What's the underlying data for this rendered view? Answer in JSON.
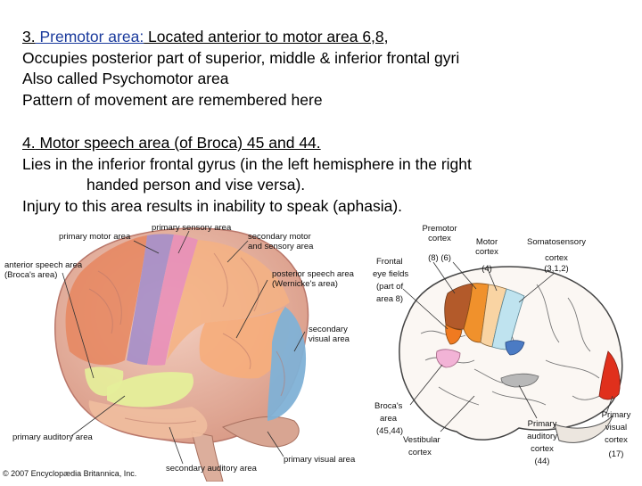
{
  "text": {
    "section3": {
      "number": "3.",
      "title": " Premotor area:",
      "title_rest": " Located anterior to motor area 6,8,",
      "line2": "Occupies posterior part of superior, middle & inferior frontal gyri",
      "line3": "Also called Psychomotor area",
      "line4": "Pattern of movement are remembered here"
    },
    "section4": {
      "number": "4.",
      "title": " Motor speech area (of Broca) 45 and 44.",
      "line2": "Lies in the inferior frontal gyrus (in the left hemisphere in the right",
      "line3": "handed person and vise versa).",
      "line4": "Injury to this area results in inability to speak (aphasia)."
    }
  },
  "left_figure": {
    "labels": {
      "primary_motor": "primary motor area",
      "primary_sensory": "primary sensory area",
      "secondary_motor_1": "secondary motor",
      "secondary_motor_2": "and sensory area",
      "anterior_speech_1": "anterior speech area",
      "anterior_speech_2": "(Broca's area)",
      "posterior_speech_1": "posterior speech area",
      "posterior_speech_2": "(Wernicke's area)",
      "secondary_visual_1": "secondary",
      "secondary_visual_2": "visual area",
      "primary_auditory": "primary auditory area",
      "primary_visual": "primary visual area",
      "secondary_auditory": "secondary auditory area"
    },
    "copyright": "© 2007 Encyclopædia Britannica, Inc."
  },
  "right_figure": {
    "labels": {
      "premotor_1": "Premotor",
      "premotor_2": "cortex",
      "premotor_nums": "(8)   (6)",
      "motor_1": "Motor",
      "motor_2": "cortex",
      "motor_num": "(4)",
      "somato_1": "Somatosensory",
      "somato_2": "cortex",
      "somato_num": "(3,1,2)",
      "frontal_1": "Frontal",
      "frontal_2": "eye fields",
      "frontal_3": "(part of",
      "frontal_4": "area 8)",
      "broca_1": "Broca's",
      "broca_2": "area",
      "broca_num": "(45,44)",
      "vestibular_1": "Vestibular",
      "vestibular_2": "cortex",
      "aud_1": "Primary",
      "aud_2": "auditory",
      "aud_3": "cortex",
      "aud_num": "(44)",
      "vis_1": "Primary",
      "vis_2": "visual",
      "vis_3": "cortex",
      "vis_num": "(17)"
    }
  },
  "colors": {
    "title_blue": "#1a3a9c",
    "brain_base": "#e9b9a8",
    "motor": "#a58ec9",
    "sensory": "#e88fb8",
    "premotor": "#e6865f",
    "secondary_motor": "#f4b183",
    "wernicke": "#f6ad7b",
    "visual": "#7fb1d6",
    "auditory": "#e5ef9a"
  }
}
